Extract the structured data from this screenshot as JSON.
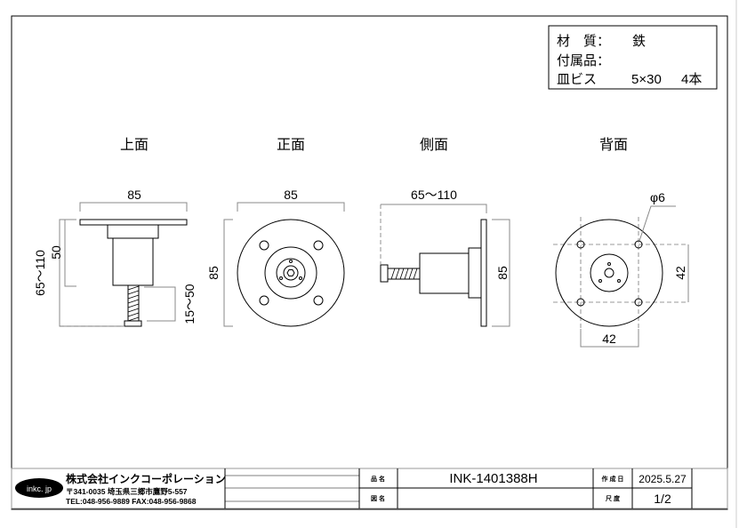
{
  "spec": {
    "material_label": "材　質：",
    "material_value": "鉄",
    "accessory_label": "付属品：",
    "screw_label": "皿ビス",
    "screw_size": "5×30",
    "screw_qty": "4本"
  },
  "views": {
    "top": "上面",
    "front": "正面",
    "side": "側面",
    "back": "背面"
  },
  "dimensions": {
    "top_width": "85",
    "top_total_height": "65～110",
    "top_body_height": "50",
    "top_screw_range": "15～50",
    "front_width": "85",
    "front_height": "85",
    "side_length": "65～110",
    "side_height": "85",
    "back_hole_dia": "φ6",
    "back_pitch_v": "42",
    "back_pitch_h": "42"
  },
  "title_block": {
    "logo_text": "inkc. jp",
    "company": "株式会社インクコーポレーション",
    "address": "〒341-0035 埼玉県三郷市鷹野5-557",
    "contact": "TEL:048-956-9889  FAX:048-956-9868",
    "product_name_label": "品 名",
    "product_name": "INK-1401388H",
    "drawing_name_label": "図 名",
    "drawing_name": "",
    "date_label": "作 成 日",
    "date": "2025.5.27",
    "scale_label": "尺 度",
    "scale": "1/2"
  }
}
